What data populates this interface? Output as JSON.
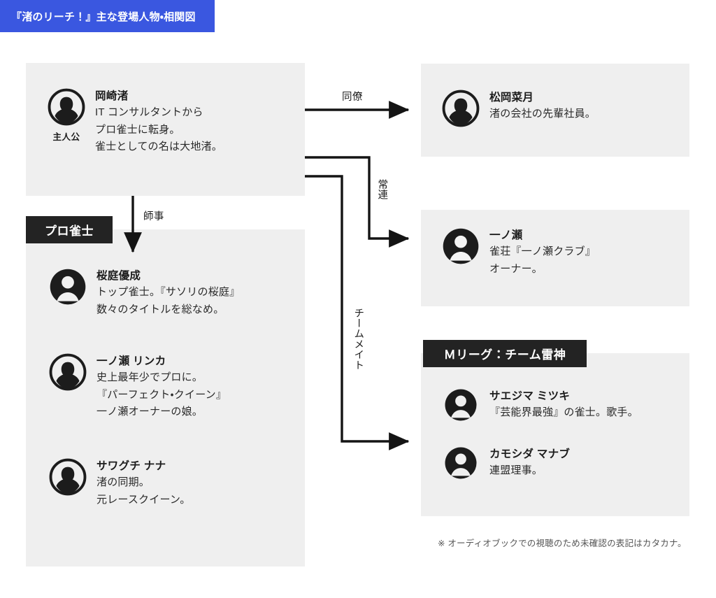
{
  "header": {
    "title": "『渚のリーチ！』主な登場人物・相関図",
    "accent_color": "#3a57e0",
    "text_color": "#ffffff"
  },
  "theme": {
    "panel_bg": "#efefef",
    "tag_bg": "#232323",
    "line_color": "#141414",
    "page_bg": "#ffffff"
  },
  "groups": {
    "pro": {
      "tag_label": "プロ雀士"
    },
    "team": {
      "tag_label": "Ｍリーグ：チーム雷神"
    }
  },
  "people": {
    "nagisa": {
      "role": "主人公",
      "name": "岡崎渚",
      "desc": "IT コンサルタントから\nプロ雀士に転身。\n雀士としての名は大地渚。",
      "avatar": "avatar-outline-female-icon"
    },
    "natsuki": {
      "name": "松岡菜月",
      "desc": "渚の会社の先輩社員。",
      "avatar": "avatar-outline-female-icon"
    },
    "ichinose": {
      "name": "一ノ瀬",
      "desc": "雀荘『一ノ瀬クラブ』\nオーナー。",
      "avatar": "avatar-filled-male-icon"
    },
    "sakuraba": {
      "name": "桜庭優成",
      "desc": "トップ雀士。『サソリの桜庭』\n数々のタイトルを総なめ。",
      "avatar": "avatar-filled-male-icon"
    },
    "rinka": {
      "name": "一ノ瀬 リンカ",
      "desc": "史上最年少でプロに。\n『パーフェクト・クイーン』\n一ノ瀬オーナーの娘。",
      "avatar": "avatar-outline-female-icon"
    },
    "nana": {
      "name": "サワグチ ナナ",
      "desc": "渚の同期。\n元レースクイーン。",
      "avatar": "avatar-outline-female-icon"
    },
    "saejima": {
      "name": "サエジマ ミツキ",
      "desc": "『芸能界最強』の雀士。歌手。",
      "avatar": "avatar-filled-male-icon"
    },
    "kamoshida": {
      "name": "カモシダ マナブ",
      "desc": "連盟理事。",
      "avatar": "avatar-filled-male-icon"
    }
  },
  "edges": {
    "colleague": {
      "label": "同僚",
      "from": "nagisa",
      "to": "natsuki"
    },
    "mentor": {
      "label": "師事",
      "from": "nagisa",
      "to": "sakuraba"
    },
    "regular": {
      "label": "常連",
      "from": "nagisa",
      "to": "ichinose"
    },
    "teammate": {
      "label": "チームメイト",
      "from": "nagisa",
      "to": "team"
    }
  },
  "footnote": "※ オーディオブックでの視聴のため未確認の表記はカタカナ。"
}
